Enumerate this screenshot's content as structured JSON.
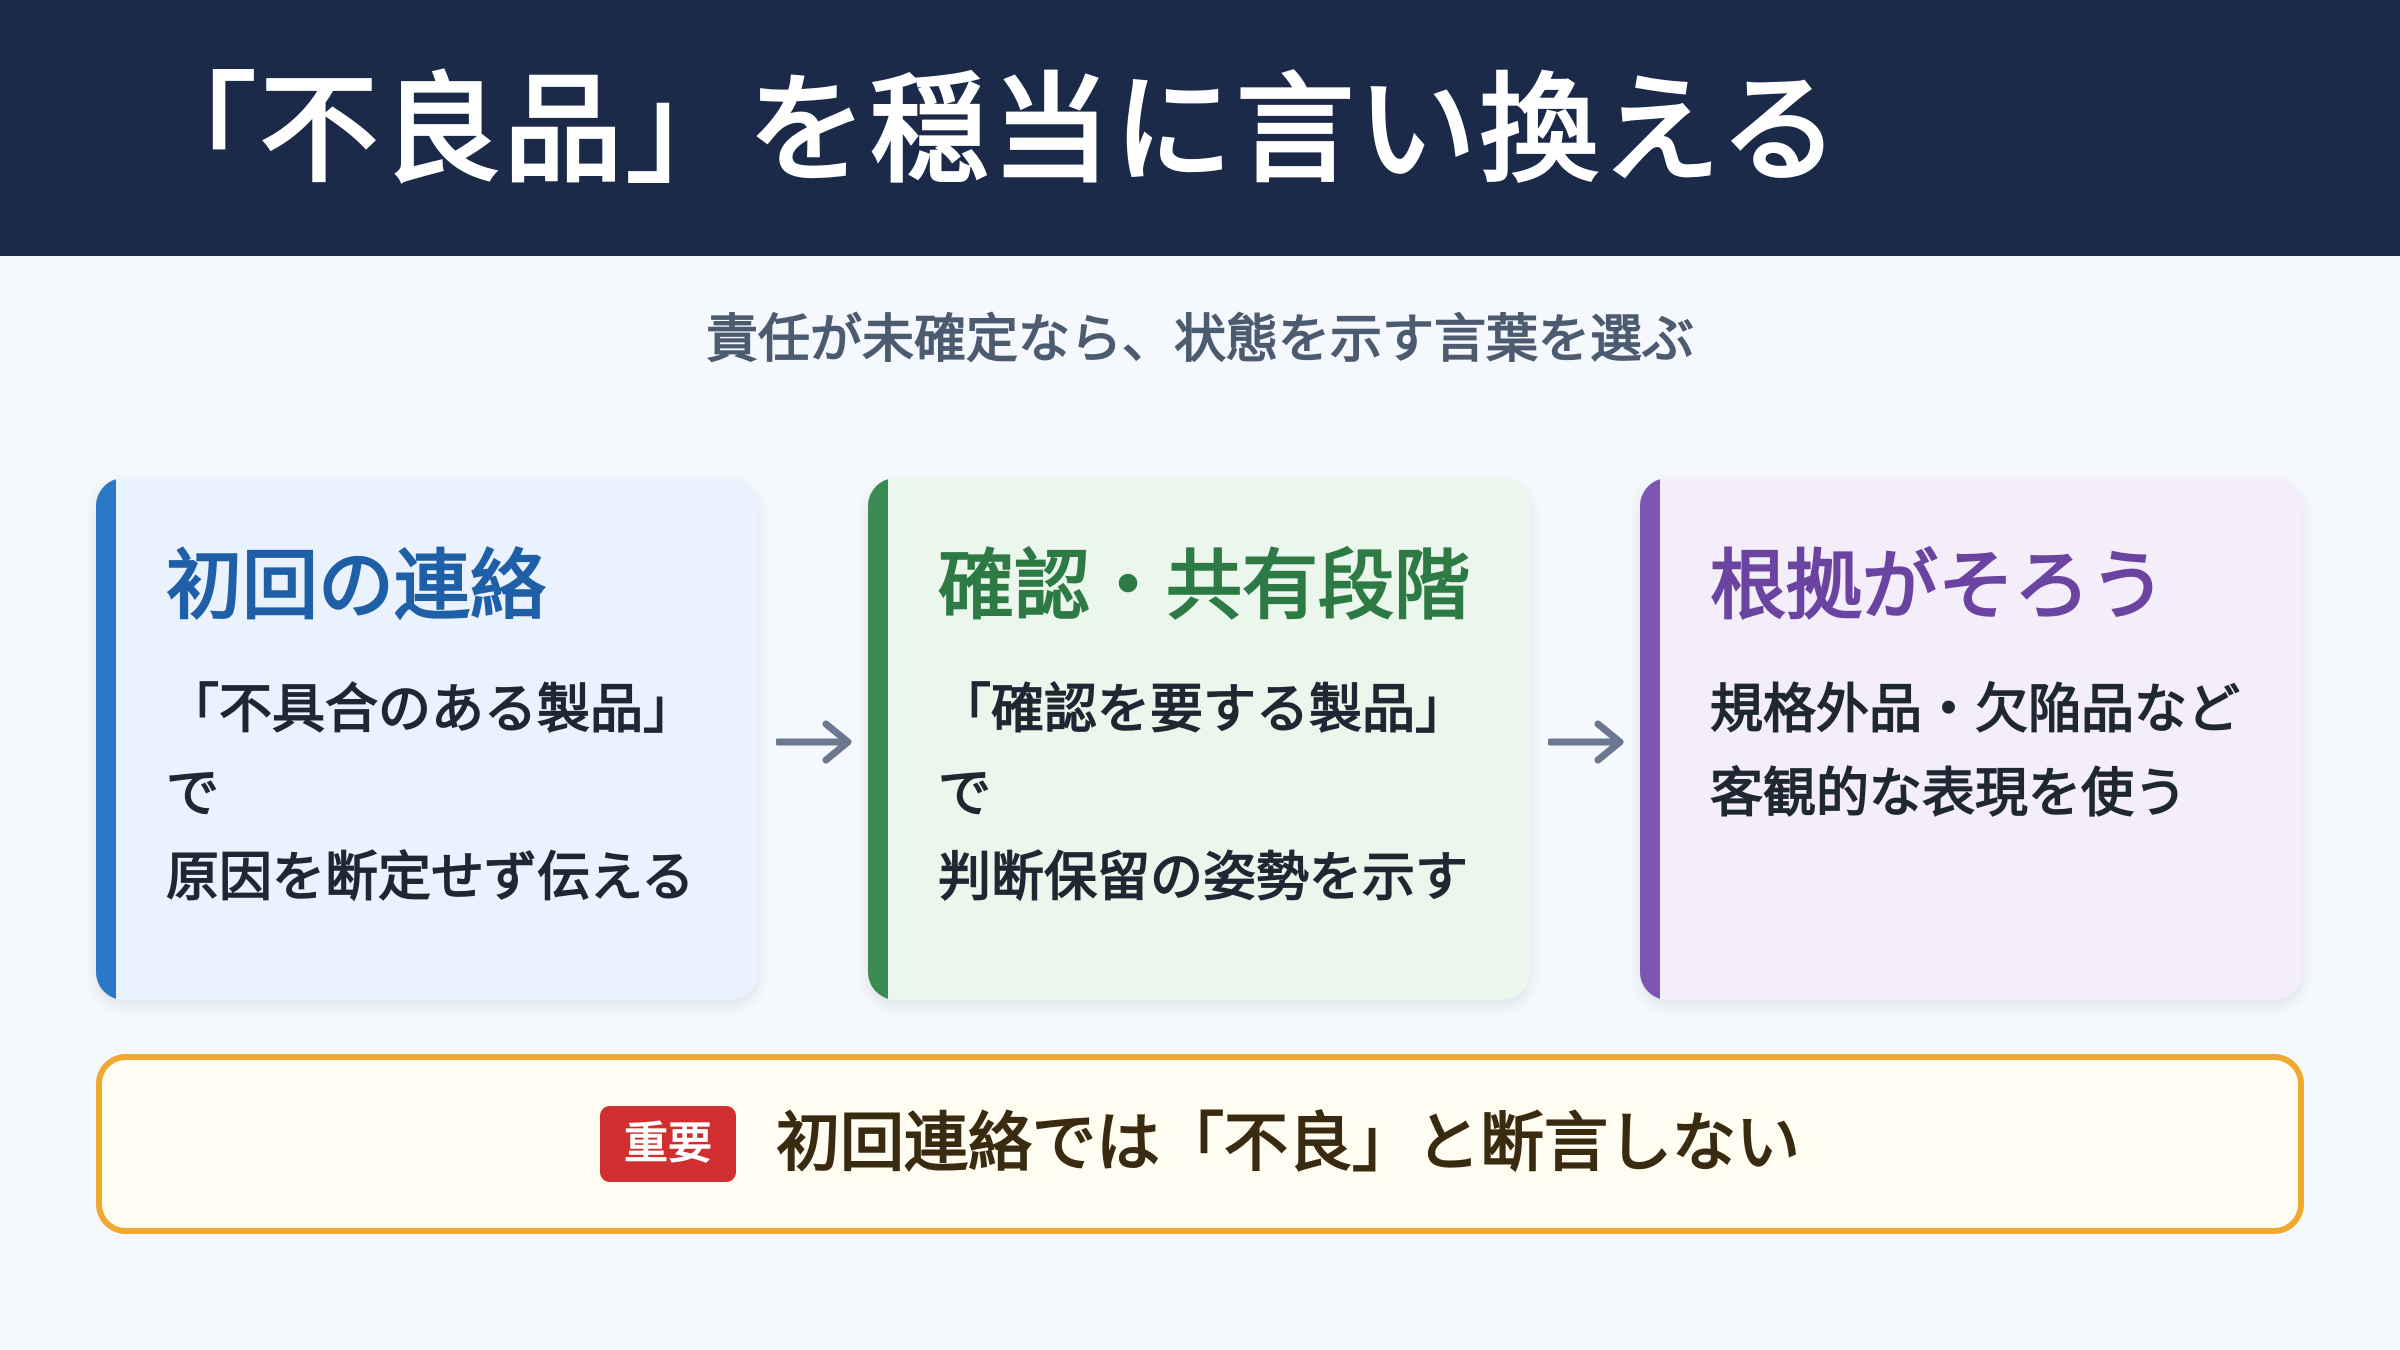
{
  "header": {
    "title": "「不良品」を穏当に言い換える"
  },
  "subtitle": "責任が未確定なら、状態を示す言葉を選ぶ",
  "cards": [
    {
      "heading": "初回の連絡",
      "lines": [
        "「不具合のある製品」",
        "で",
        "原因を断定せず伝える"
      ],
      "accent": "#2b78c6"
    },
    {
      "heading": "確認・共有段階",
      "lines": [
        "「確認を要する製品」",
        "で",
        "判断保留の姿勢を示す"
      ],
      "accent": "#3a8a52"
    },
    {
      "heading": "根拠がそろう",
      "lines": [
        "規格外品・欠陥品など",
        "客観的な表現を使う"
      ],
      "accent": "#7d56b3"
    }
  ],
  "arrows": [
    {
      "icon": "arrow-right-icon"
    },
    {
      "icon": "arrow-right-icon"
    }
  ],
  "callout": {
    "badge": "重要",
    "text": "初回連絡では「不良」と断言しない",
    "border_color": "#f0a830",
    "badge_color": "#d12f2f"
  }
}
